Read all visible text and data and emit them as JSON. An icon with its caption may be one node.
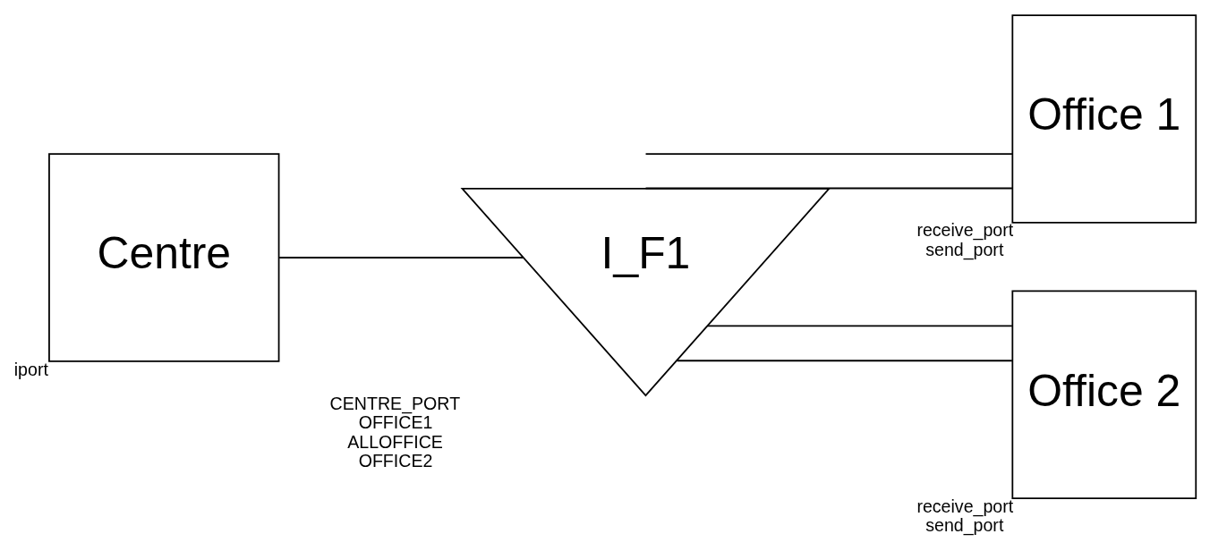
{
  "diagram": {
    "nodes": [
      {
        "text": [
          "Centre"
        ],
        "beside": [
          "iport"
        ]
      },
      {
        "text": [
          "I_F1"
        ],
        "beside": [
          "CENTRE_PORT",
          "OFFICE1",
          "ALLOFFICE",
          "OFFICE2"
        ]
      },
      {
        "text": [
          "Office 1"
        ],
        "beside": [
          "receive_port",
          "send_port"
        ]
      },
      {
        "text": [
          "Office 2"
        ],
        "beside": [
          "receive_port",
          "send_port"
        ]
      }
    ],
    "edges": [
      {
        "from": 0,
        "to": 1,
        "arrow": "none"
      },
      {
        "from": 1,
        "to": 2,
        "arrow": "none"
      },
      {
        "from": 1,
        "to": 2,
        "arrow": "none"
      },
      {
        "from": 1,
        "to": 3,
        "arrow": "none"
      },
      {
        "from": 1,
        "to": 3,
        "arrow": "none"
      }
    ]
  }
}
